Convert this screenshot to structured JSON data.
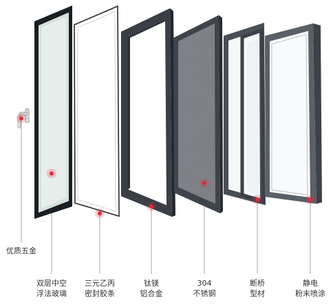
{
  "callouts": {
    "hardware": {
      "label": "优质五金"
    },
    "glass": {
      "line1": "双层中空",
      "line2": "浮法玻璃"
    },
    "seal": {
      "line1": "三元乙丙",
      "line2": "密封胶条"
    },
    "sash": {
      "line1": "钛镁",
      "line2": "铝合金"
    },
    "screen": {
      "line1": "304",
      "line2": "不锈钢"
    },
    "profile": {
      "line1": "断桥",
      "line2": "型材"
    },
    "coating": {
      "line1": "静电",
      "line2": "粉末喷涂"
    }
  },
  "colors": {
    "dot": "#e02a3a",
    "leader": "#aaaaaa",
    "frame_dark": "#3a3f47",
    "frame_mid": "#555b63",
    "text": "#333333"
  },
  "icons": [
    "window-handle-icon"
  ]
}
